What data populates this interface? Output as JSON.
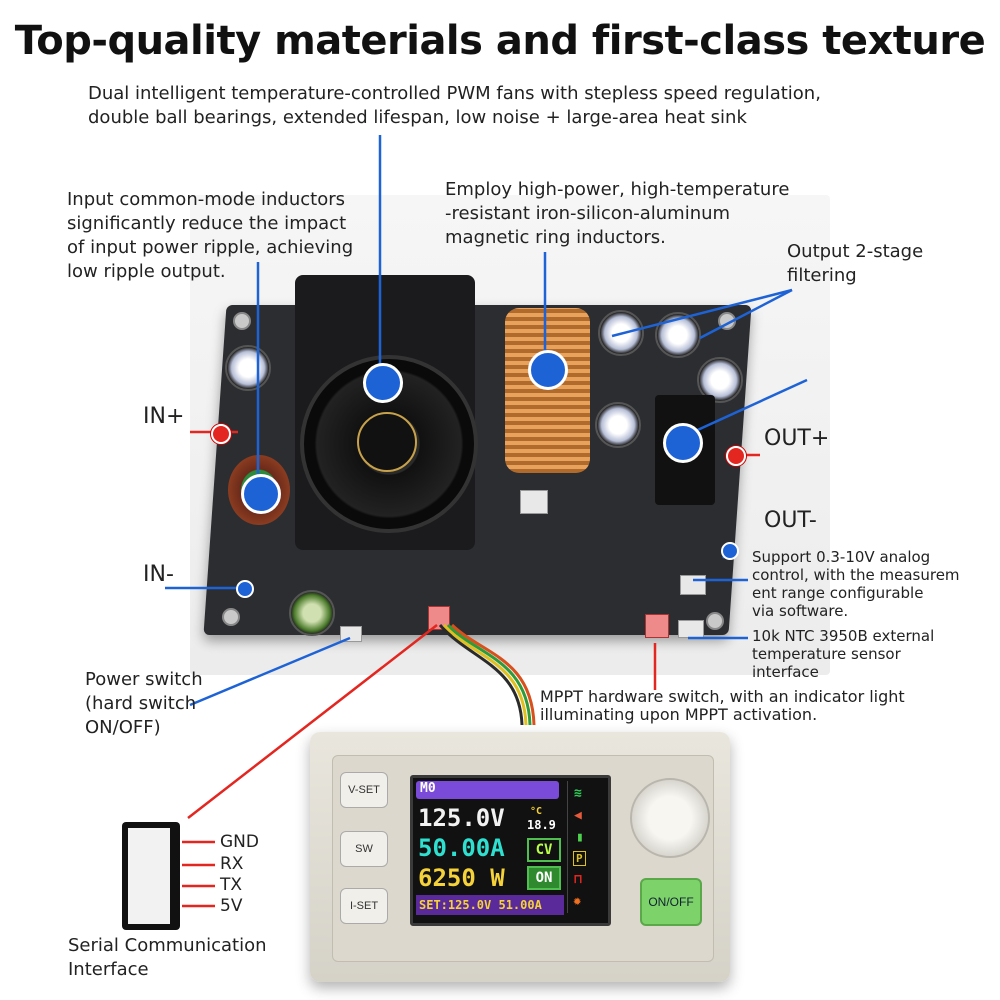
{
  "title": "Top-quality materials and first-class texture",
  "captions": {
    "fans": "Dual intelligent temperature-controlled PWM fans with stepless speed regulation,\ndouble ball bearings, extended lifespan, low noise + large-area heat sink",
    "input_inductors": "Input common-mode inductors\nsignificantly reduce the impact\nof input power ripple, achieving\nlow ripple output.",
    "magnetic_ring": "Employ high-power, high-temperature\n-resistant iron-silicon-aluminum\nmagnetic ring inductors.",
    "output_filter": "Output 2-stage\n filtering",
    "analog_control": "Support 0.3-10V analog\ncontrol, with the measurem\nent range configurable\nvia software.",
    "ntc": "10k NTC 3950B external\ntemperature sensor\ninterface",
    "mppt": "MPPT hardware switch, with an indicator light\nilluminating upon MPPT activation.",
    "power_switch": "Power switch\n(hard switch\nON/OFF)",
    "serial": "Serial Communication\n Interface"
  },
  "terminals": {
    "in_plus": "IN+",
    "in_minus": "IN-",
    "out_plus": "OUT+",
    "out_minus": "OUT-"
  },
  "serial_pins": [
    "GND",
    "RX",
    "TX",
    "5V"
  ],
  "module": {
    "buttons": {
      "vset": "V-SET",
      "sw": "SW",
      "iset": "I-SET",
      "onoff": "ON/OFF"
    },
    "screen": {
      "mode": "M0",
      "voltage": "125.0V",
      "current": "50.00A",
      "power": "6250 W",
      "temperature": "18.9",
      "temp_unit": "°C",
      "cv": "CV",
      "on": "ON",
      "setline": "SET:125.0V 51.00A",
      "p_badge": "P"
    }
  },
  "colors": {
    "pointer_blue": "#1e63d6",
    "pointer_red": "#e3261f",
    "lcd_voltage": "#f2f2f2",
    "lcd_current": "#2fe0d0",
    "lcd_power": "#f5d23a"
  }
}
